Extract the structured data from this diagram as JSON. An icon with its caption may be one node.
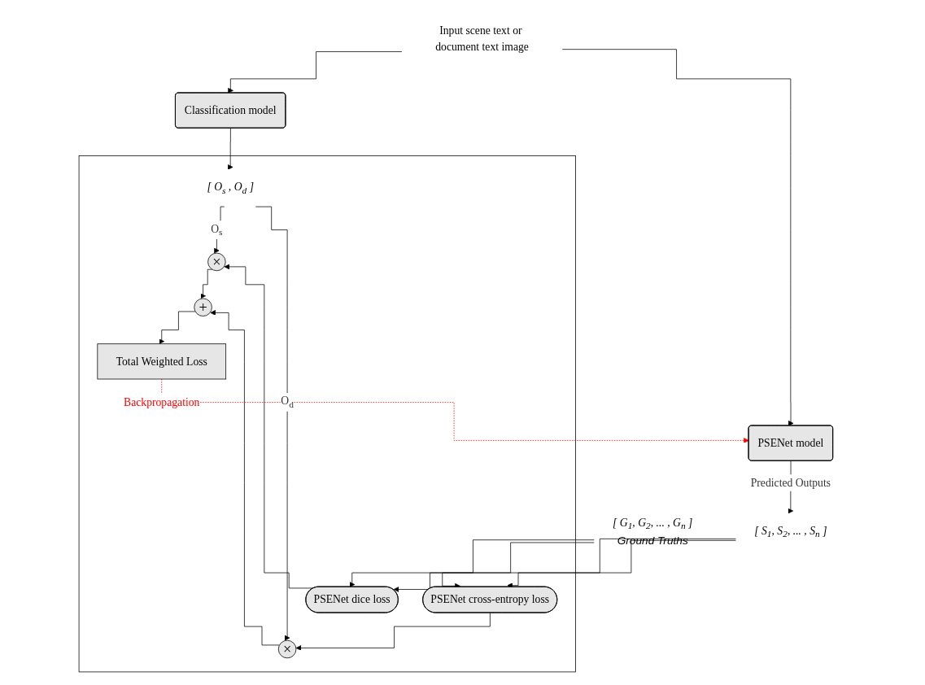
{
  "diagram": {
    "nodes": [
      {
        "text": [
          "Input scene text or document text image"
        ]
      },
      {
        "text": [
          "Classification model"
        ]
      },
      {
        "text": [],
        "shape": "box"
      },
      {
        "text": [
          "[ O$_{s}$ , O$_{d}$ ]"
        ],
        "in": 2
      },
      {
        "text": [
          "×"
        ],
        "in": 2
      },
      {
        "text": [
          "+"
        ],
        "in": 2
      },
      {
        "text": [
          "×"
        ],
        "in": 2
      },
      {
        "text": [
          "PSENet dice loss"
        ],
        "in": 2
      },
      {
        "text": [
          "Total Weighted Loss"
        ],
        "in": 2
      },
      {
        "text": [
          "PSENet cross-entropy loss"
        ],
        "in": 2
      },
      {
        "text": [
          "[ G$_{1}$, G$_{2}$, ... , G$_{n}$ ]"
        ],
        "beside": [
          "Ground Truths"
        ]
      },
      {
        "text": [
          "PSENet model"
        ]
      },
      {
        "text": [
          "[ S$_{1}$, S$_{2}$, ... , S$_{n}$ ]"
        ]
      }
    ],
    "edges": [
      {
        "from": 0,
        "to": 1,
        "arrow": "to"
      },
      {
        "from": 0,
        "to": 11,
        "arrow": "to"
      },
      {
        "from": 1,
        "to": 3,
        "arrow": "to"
      },
      {
        "from": 3,
        "to": 4,
        "arrow": "to",
        "label": "O$_{s}$"
      },
      {
        "from": 3,
        "to": 6,
        "arrow": "to",
        "label": "O$_{d}$"
      },
      {
        "from": 7,
        "to": 4,
        "arrow": "to"
      },
      {
        "from": 4,
        "to": 5,
        "arrow": "to"
      },
      {
        "from": 6,
        "to": 5,
        "arrow": "to"
      },
      {
        "from": 9,
        "to": 6,
        "arrow": "to"
      },
      {
        "from": 5,
        "to": 8,
        "arrow": "to"
      },
      {
        "from": 10,
        "to": 7,
        "arrow": "to"
      },
      {
        "from": 10,
        "to": 9,
        "arrow": "to"
      },
      {
        "from": 12,
        "to": 7,
        "arrow": "to"
      },
      {
        "from": 12,
        "to": 9,
        "arrow": "to"
      },
      {
        "from": 11,
        "to": 12,
        "arrow": "to",
        "label": "Predicted Outputs"
      },
      {
        "from": 8,
        "to": 11,
        "arrow": "to",
        "label": "Backpropagation",
        "style": "dashed",
        "color": "#ff0000"
      }
    ]
  }
}
